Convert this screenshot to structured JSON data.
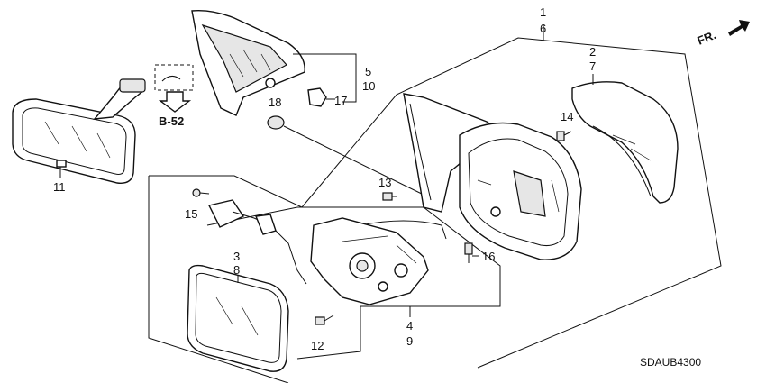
{
  "labels": {
    "l1": "1",
    "l6": "6",
    "l2": "2",
    "l7": "7",
    "l5": "5",
    "l10": "10",
    "l17": "17",
    "l18": "18",
    "l14": "14",
    "l13": "13",
    "l11": "11",
    "l15": "15",
    "l3": "3",
    "l8": "8",
    "l16": "16",
    "l4": "4",
    "l9": "9",
    "l12": "12"
  },
  "ref": "B-52",
  "front_marker": "FR.",
  "diagram_code": "SDAUB4300",
  "colors": {
    "line": "#111111",
    "background": "#ffffff"
  }
}
